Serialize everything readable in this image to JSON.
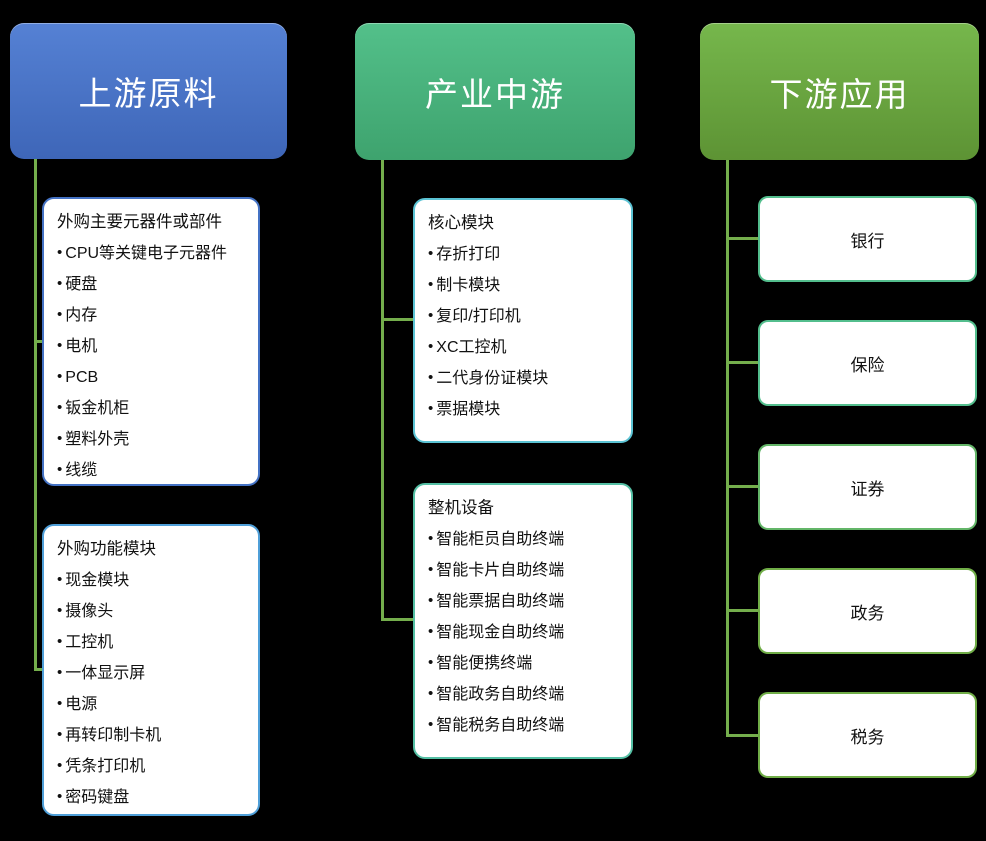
{
  "background": "#000000",
  "connector_color": "#74ae4c",
  "columns": [
    {
      "header": "上游原料",
      "header_gradient": {
        "top": "#5581d4",
        "bottom": "#3e66b8"
      },
      "boxes": [
        {
          "title": "外购主要元器件或部件",
          "border_color": "#4472c4",
          "items": [
            "CPU等关键电子元器件",
            "硬盘",
            "内存",
            "电机",
            "PCB",
            "钣金机柜",
            "塑料外壳",
            "线缆"
          ]
        },
        {
          "title": "外购功能模块",
          "border_color": "#4f9fd8",
          "items": [
            "现金模块",
            "摄像头",
            "工控机",
            "一体显示屏",
            "电源",
            "再转印制卡机",
            "凭条打印机",
            "密码键盘"
          ]
        }
      ]
    },
    {
      "header": "产业中游",
      "header_gradient": {
        "top": "#53c08a",
        "bottom": "#3ea36e"
      },
      "boxes": [
        {
          "title": "核心模块",
          "border_color": "#5bc3d4",
          "items": [
            "存折打印",
            "制卡模块",
            "复印/打印机",
            "XC工控机",
            "二代身份证模块",
            "票据模块"
          ]
        },
        {
          "title": "整机设备",
          "border_color": "#54bfa4",
          "items": [
            "智能柜员自助终端",
            "智能卡片自助终端",
            "智能票据自助终端",
            "智能现金自助终端",
            "智能便携终端",
            "智能政务自助终端",
            "智能税务自助终端"
          ]
        }
      ]
    },
    {
      "header": "下游应用",
      "header_gradient": {
        "top": "#76b74c",
        "bottom": "#5d9334"
      },
      "nodes": [
        {
          "label": "银行",
          "border_color": "#53be8d"
        },
        {
          "label": "保险",
          "border_color": "#53be8d"
        },
        {
          "label": "证券",
          "border_color": "#63b568"
        },
        {
          "label": "政务",
          "border_color": "#70ad47"
        },
        {
          "label": "税务",
          "border_color": "#70ad47"
        }
      ]
    }
  ]
}
